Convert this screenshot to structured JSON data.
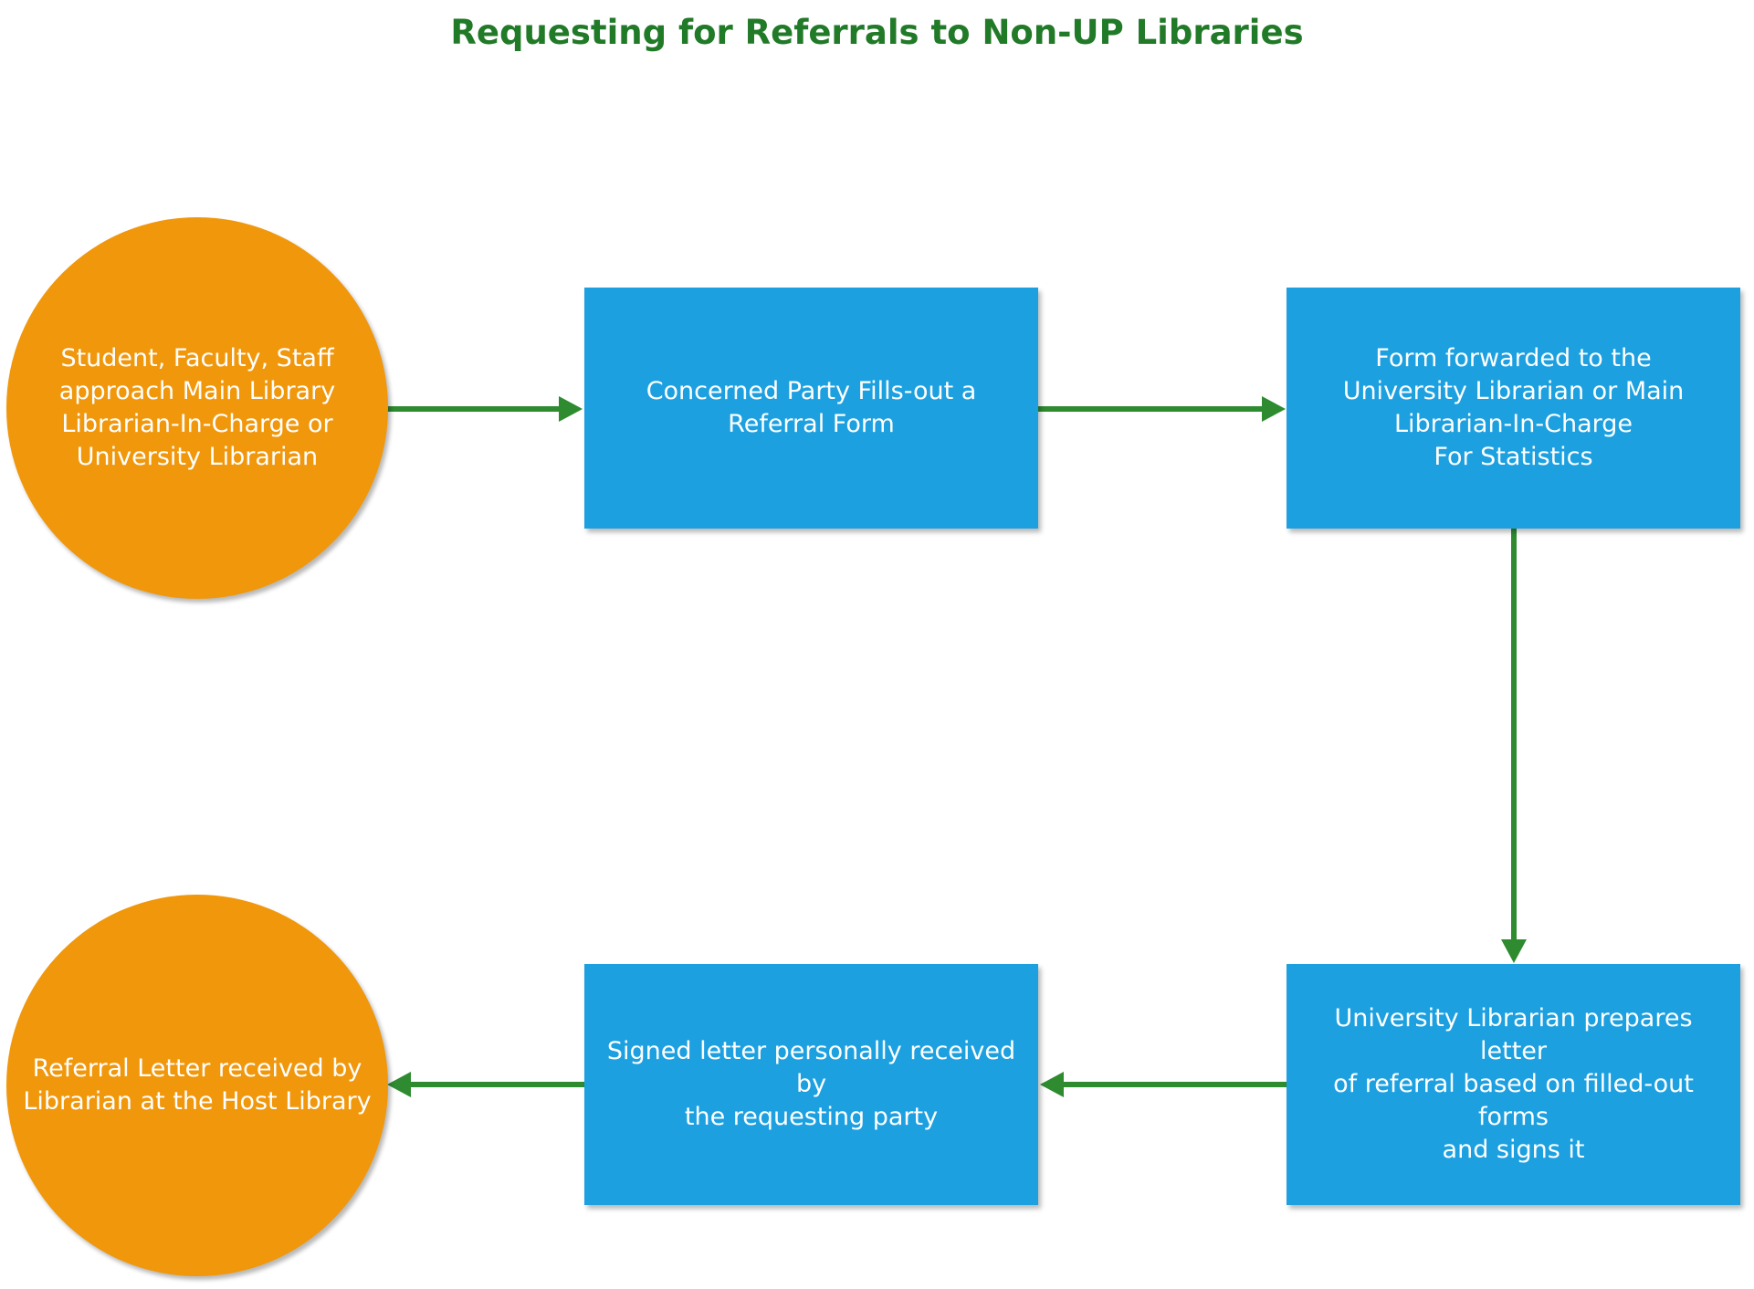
{
  "title": "Requesting for Referrals to Non-UP Libraries",
  "colors": {
    "title": "#217a27",
    "terminal": "#f0970c",
    "process": "#1ca0e0",
    "arrow": "#2e8b30",
    "text": "#ffffff"
  },
  "nodes": {
    "start": {
      "shape": "circle",
      "text": "Student, Faculty, Staff\napproach Main Library\nLibrarian-In-Charge or\nUniversity Librarian"
    },
    "fill_form": {
      "shape": "rect",
      "text": "Concerned Party Fills-out a\nReferral Form"
    },
    "forward": {
      "shape": "rect",
      "text": "Form forwarded to the\nUniversity Librarian or Main\nLibrarian-In-Charge\nFor Statistics"
    },
    "prepare": {
      "shape": "rect",
      "text": "University Librarian prepares letter\nof referral based on filled-out forms\nand signs it"
    },
    "signed": {
      "shape": "rect",
      "text": "Signed letter personally received by\nthe requesting party"
    },
    "end": {
      "shape": "circle",
      "text": "Referral Letter received by\nLibrarian at the Host Library"
    }
  },
  "edges": [
    {
      "from": "start",
      "to": "fill_form"
    },
    {
      "from": "fill_form",
      "to": "forward"
    },
    {
      "from": "forward",
      "to": "prepare"
    },
    {
      "from": "prepare",
      "to": "signed"
    },
    {
      "from": "signed",
      "to": "end"
    }
  ]
}
